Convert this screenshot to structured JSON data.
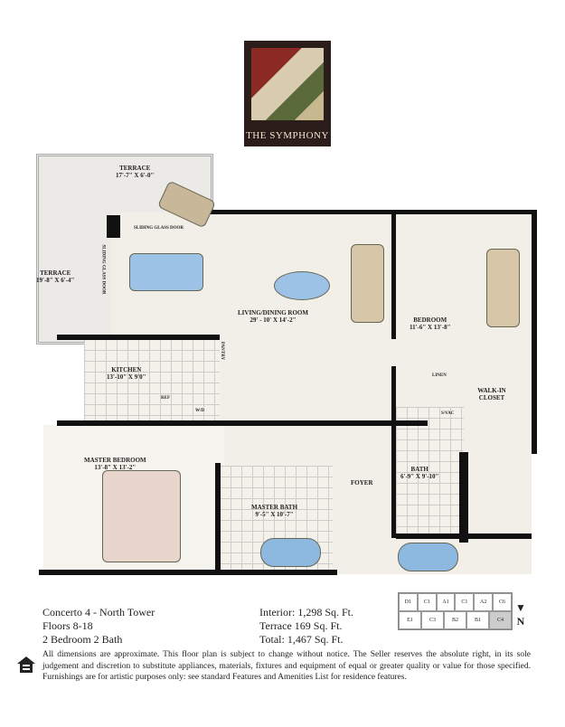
{
  "logo": {
    "text": "THE SYMPHONY"
  },
  "rooms": {
    "terrace_top": {
      "name": "TERRACE",
      "dims": "17'-7\" x 6'-0\""
    },
    "terrace_left": {
      "name": "TERRACE",
      "dims": "19'-8\" x 6'-4\""
    },
    "sliding_door_top": "SLIDING GLASS DOOR",
    "sliding_door_side": "SLIDING GLASS DOOR",
    "living": {
      "name": "LIVING/DINING ROOM",
      "dims": "29' - 10' x 14'-2\""
    },
    "kitchen": {
      "name": "KITCHEN",
      "dims": "13'-10\" x 9'0\""
    },
    "pantry": "PANTRY",
    "ref": "REF",
    "wd": "W/D",
    "bedroom": {
      "name": "BEDROOM",
      "dims": "11'-6\" x 13'-8\""
    },
    "linen": "LINEN",
    "walkin": "WALK-IN CLOSET",
    "svac": "S/VAC",
    "bath": {
      "name": "BATH",
      "dims": "6'-9\" x 9'-10\""
    },
    "foyer": "FOYER",
    "master_bedroom": {
      "name": "MASTER BEDROOM",
      "dims": "13'-8\" x 13'-2\""
    },
    "master_bath": {
      "name": "MASTER BATH",
      "dims": "9'-5\" x 10'-7\""
    }
  },
  "info": {
    "model": "Concerto 4 - North Tower",
    "floors": "Floors 8-18",
    "type": "2 Bedroom 2 Bath",
    "interior": "Interior: 1,298 Sq. Ft.",
    "terrace": "Terrace 169 Sq. Ft.",
    "total": "Total: 1,467 Sq. Ft."
  },
  "keyplan": {
    "top": [
      "D1",
      "C1",
      "A1",
      "C1",
      "A2",
      "C6"
    ],
    "bottom": [
      "E1",
      "C3",
      "B2",
      "B1",
      "C4"
    ],
    "north": "N"
  },
  "disclaimer": "All dimensions are approximate. This floor plan is subject to change without notice. The Seller reserves the absolute right, in its sole judgement and discretion to substitute appliances, materials, fixtures and equipment of equal or greater quality or value for those specified. Furnishings are for artistic purposes only: see standard Features and Amenities List for residence features.",
  "colors": {
    "wall": "#111111",
    "floor": "#f2efe9",
    "water": "#6fa3d8"
  }
}
